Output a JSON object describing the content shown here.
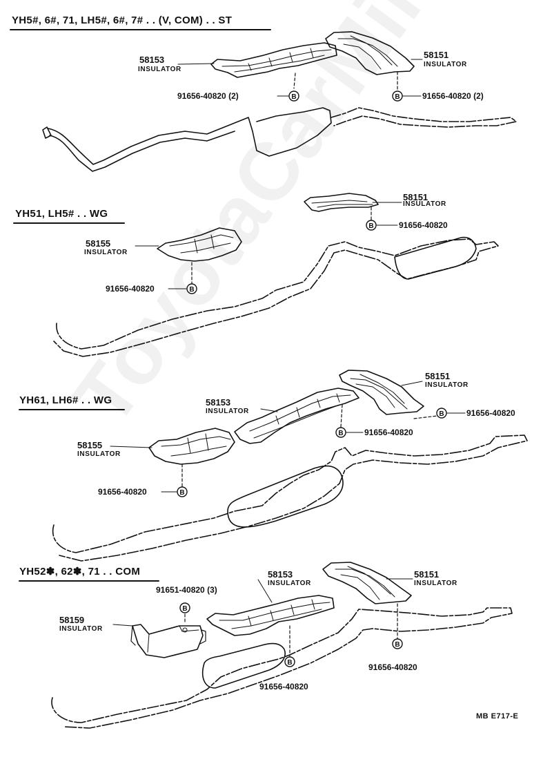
{
  "watermark": "ToyotaCarMine.ru",
  "sections": [
    {
      "heading": "YH5#, 6#, 71, LH5#, 6#, 7# . . (V, COM) . . ST",
      "parts": [
        {
          "num": "58153",
          "name": "INSULATOR"
        },
        {
          "num": "58151",
          "name": "INSULATOR"
        }
      ],
      "bolts": [
        "91656-40820 (2)",
        "91656-40820 (2)"
      ]
    },
    {
      "heading": "YH51, LH5# . . WG",
      "parts": [
        {
          "num": "58151",
          "name": "INSULATOR"
        },
        {
          "num": "58155",
          "name": "INSULATOR"
        }
      ],
      "bolts": [
        "91656-40820",
        "91656-40820"
      ]
    },
    {
      "heading": "YH61, LH6# . . WG",
      "parts": [
        {
          "num": "58151",
          "name": "INSULATOR"
        },
        {
          "num": "58153",
          "name": "INSULATOR"
        },
        {
          "num": "58155",
          "name": "INSULATOR"
        }
      ],
      "bolts": [
        "91656-40820",
        "91656-40820",
        "91656-40820"
      ]
    },
    {
      "heading": "YH52✽, 62✽, 71 . . COM",
      "parts": [
        {
          "num": "58153",
          "name": "INSULATOR"
        },
        {
          "num": "58151",
          "name": "INSULATOR"
        },
        {
          "num": "58159",
          "name": "INSULATOR"
        }
      ],
      "bolts": [
        "91651-40820 (3)",
        "91656-40820",
        "91656-40820"
      ]
    }
  ],
  "bolt_marker": "B",
  "figure_code": "MB  E717-E"
}
